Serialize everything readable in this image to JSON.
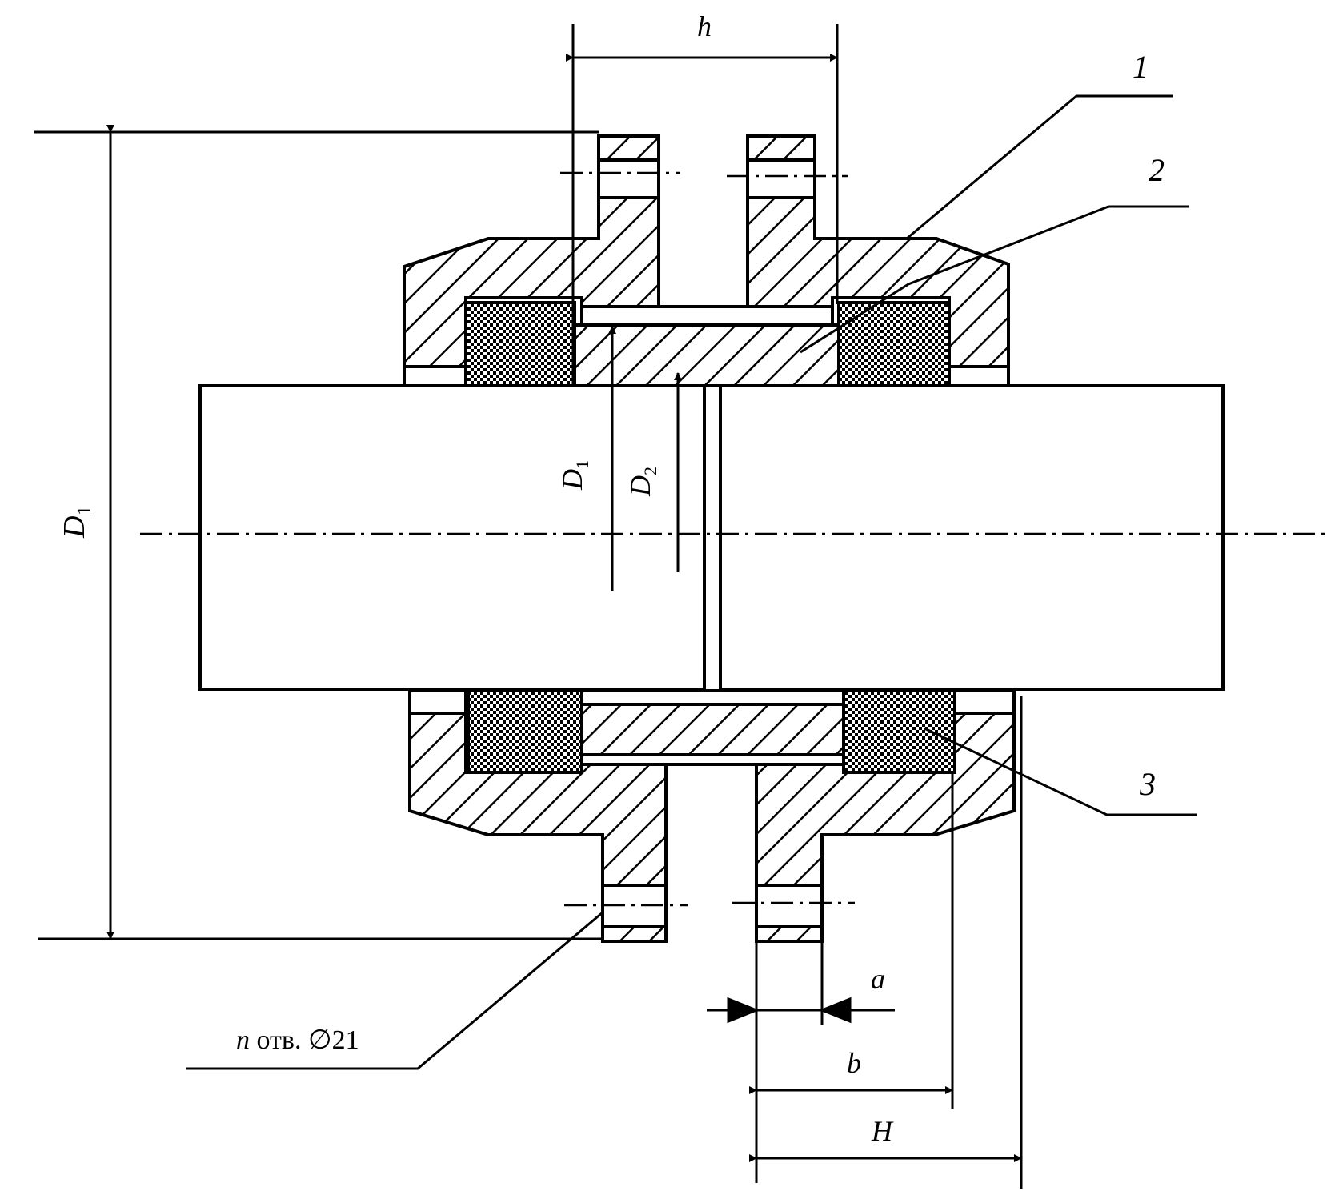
{
  "labels": {
    "h": "h",
    "a": "a",
    "b": "b",
    "H": "H",
    "D1_outer_main": "D",
    "D1_outer_sub": "1",
    "D1_inner_main": "D",
    "D1_inner_sub": "1",
    "D2_main": "D",
    "D2_sub": "2"
  },
  "callouts": {
    "part1": "1",
    "part2": "2",
    "part3": "3"
  },
  "holes_note": {
    "n": "n",
    "text": " отв. ∅21"
  },
  "colors": {
    "line": "#000000",
    "background": "#ffffff"
  }
}
